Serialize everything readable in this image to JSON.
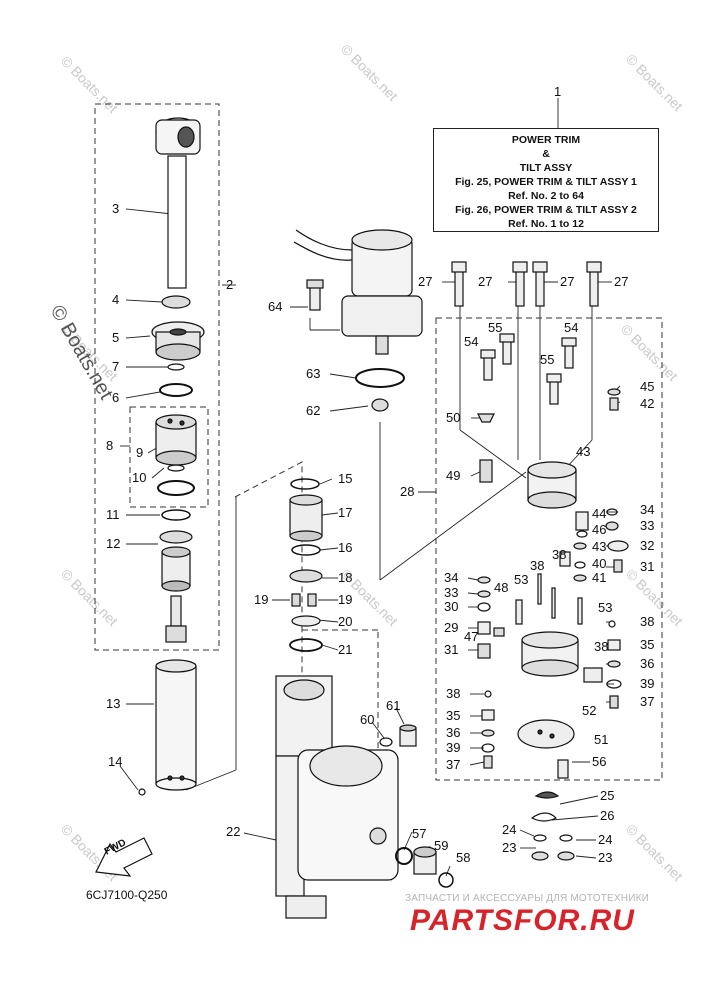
{
  "title_box": {
    "ref": "1",
    "line1": "POWER TRIM",
    "line2": "&",
    "line3": "TILT ASSY",
    "line4": "Fig. 25, POWER TRIM & TILT ASSY 1",
    "line5": "Ref. No. 2 to 64",
    "line6": "Fig. 26, POWER TRIM & TILT ASSY 2",
    "line7": "Ref. No. 1 to 12"
  },
  "diagram_code": "6CJ7100-Q250",
  "fwd_label": "FWD",
  "watermark": "© Boats.net",
  "shop_banner": {
    "tagline": "ЗАПЧАСТИ И АКСЕССУАРЫ ДЛЯ МОТОТЕХНИКИ",
    "brand": "PARTSFOR.RU"
  },
  "callouts": {
    "c2": "2",
    "c3": "3",
    "c4": "4",
    "c5": "5",
    "c6": "6",
    "c7": "7",
    "c8": "8",
    "c9": "9",
    "c10": "10",
    "c11": "11",
    "c12": "12",
    "c13": "13",
    "c14": "14",
    "c15": "15",
    "c16": "16",
    "c17": "17",
    "c18": "18",
    "c19a": "19",
    "c19b": "19",
    "c20": "20",
    "c21": "21",
    "c22": "22",
    "c23a": "23",
    "c23b": "23",
    "c24a": "24",
    "c24b": "24",
    "c25": "25",
    "c26": "26",
    "c27a": "27",
    "c27b": "27",
    "c27c": "27",
    "c27d": "27",
    "c28": "28",
    "c29": "29",
    "c30": "30",
    "c31a": "31",
    "c31b": "31",
    "c32": "32",
    "c33a": "33",
    "c33b": "33",
    "c34a": "34",
    "c34b": "34",
    "c35a": "35",
    "c35b": "35",
    "c36a": "36",
    "c36b": "36",
    "c37a": "37",
    "c37b": "37",
    "c38a": "38",
    "c38b": "38",
    "c38c": "38",
    "c38d": "38",
    "c38e": "38",
    "c39a": "39",
    "c39b": "39",
    "c40": "40",
    "c41": "41",
    "c42": "42",
    "c43a": "43",
    "c43b": "43",
    "c44": "44",
    "c45": "45",
    "c46": "46",
    "c47": "47",
    "c48": "48",
    "c49": "49",
    "c50": "50",
    "c51": "51",
    "c52": "52",
    "c53a": "53",
    "c53b": "53",
    "c54a": "54",
    "c54b": "54",
    "c55a": "55",
    "c55b": "55",
    "c56": "56",
    "c57": "57",
    "c58": "58",
    "c59": "59",
    "c60": "60",
    "c61": "61",
    "c62": "62",
    "c63": "63",
    "c64": "64"
  }
}
